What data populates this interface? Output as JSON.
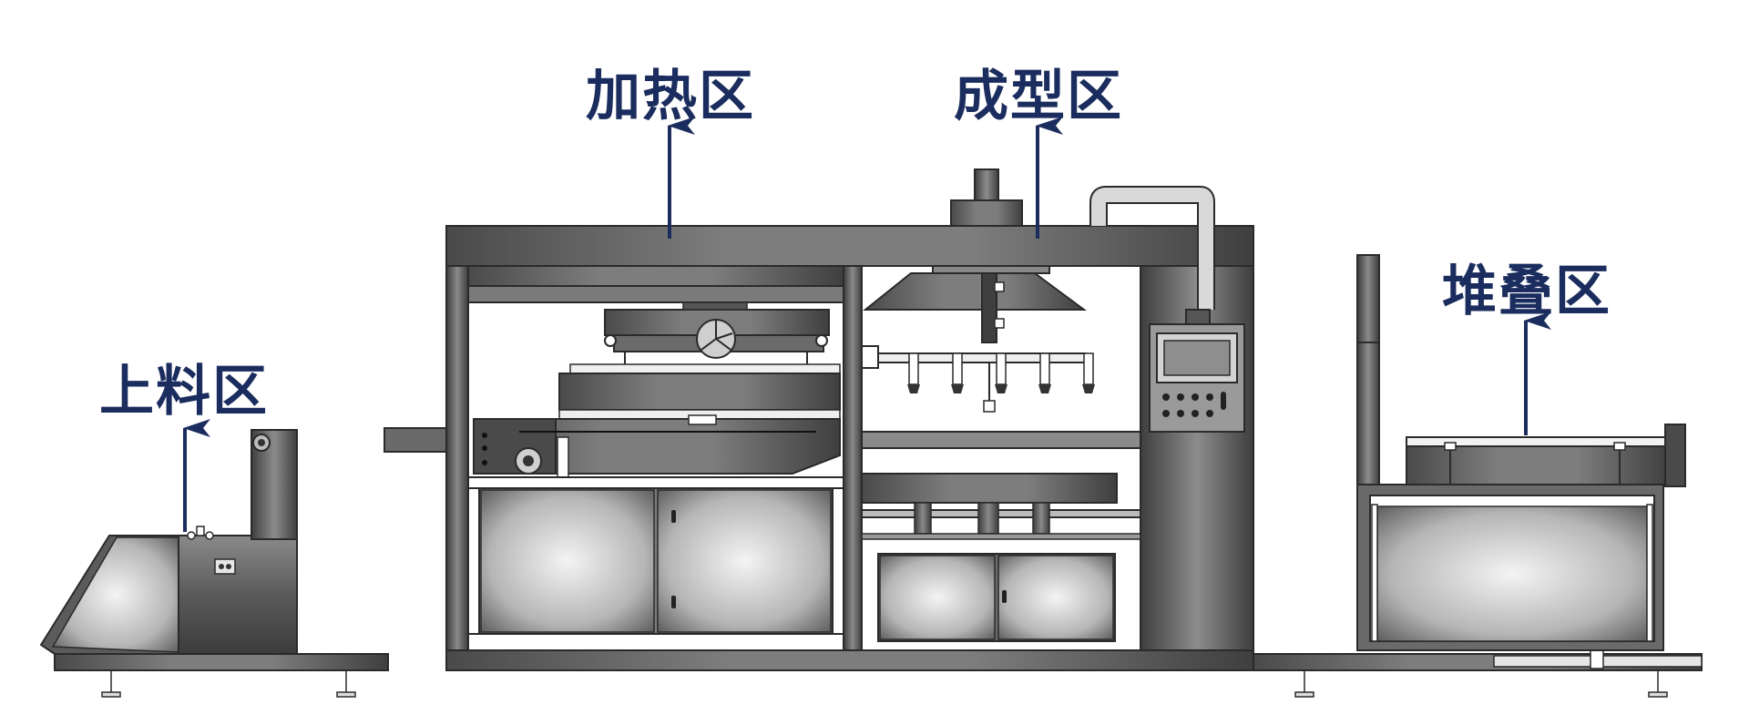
{
  "labels": {
    "feeding": "上料区",
    "heating": "加热区",
    "forming": "成型区",
    "stacking": "堆叠区"
  },
  "colors": {
    "label": "#1b2d5e",
    "arrow": "#1b2d5e",
    "frame_dark": "#4a4a4a",
    "frame_mid": "#6e6e6e",
    "panel_light": "#d8d8d8",
    "outline": "#2a2a2a"
  }
}
